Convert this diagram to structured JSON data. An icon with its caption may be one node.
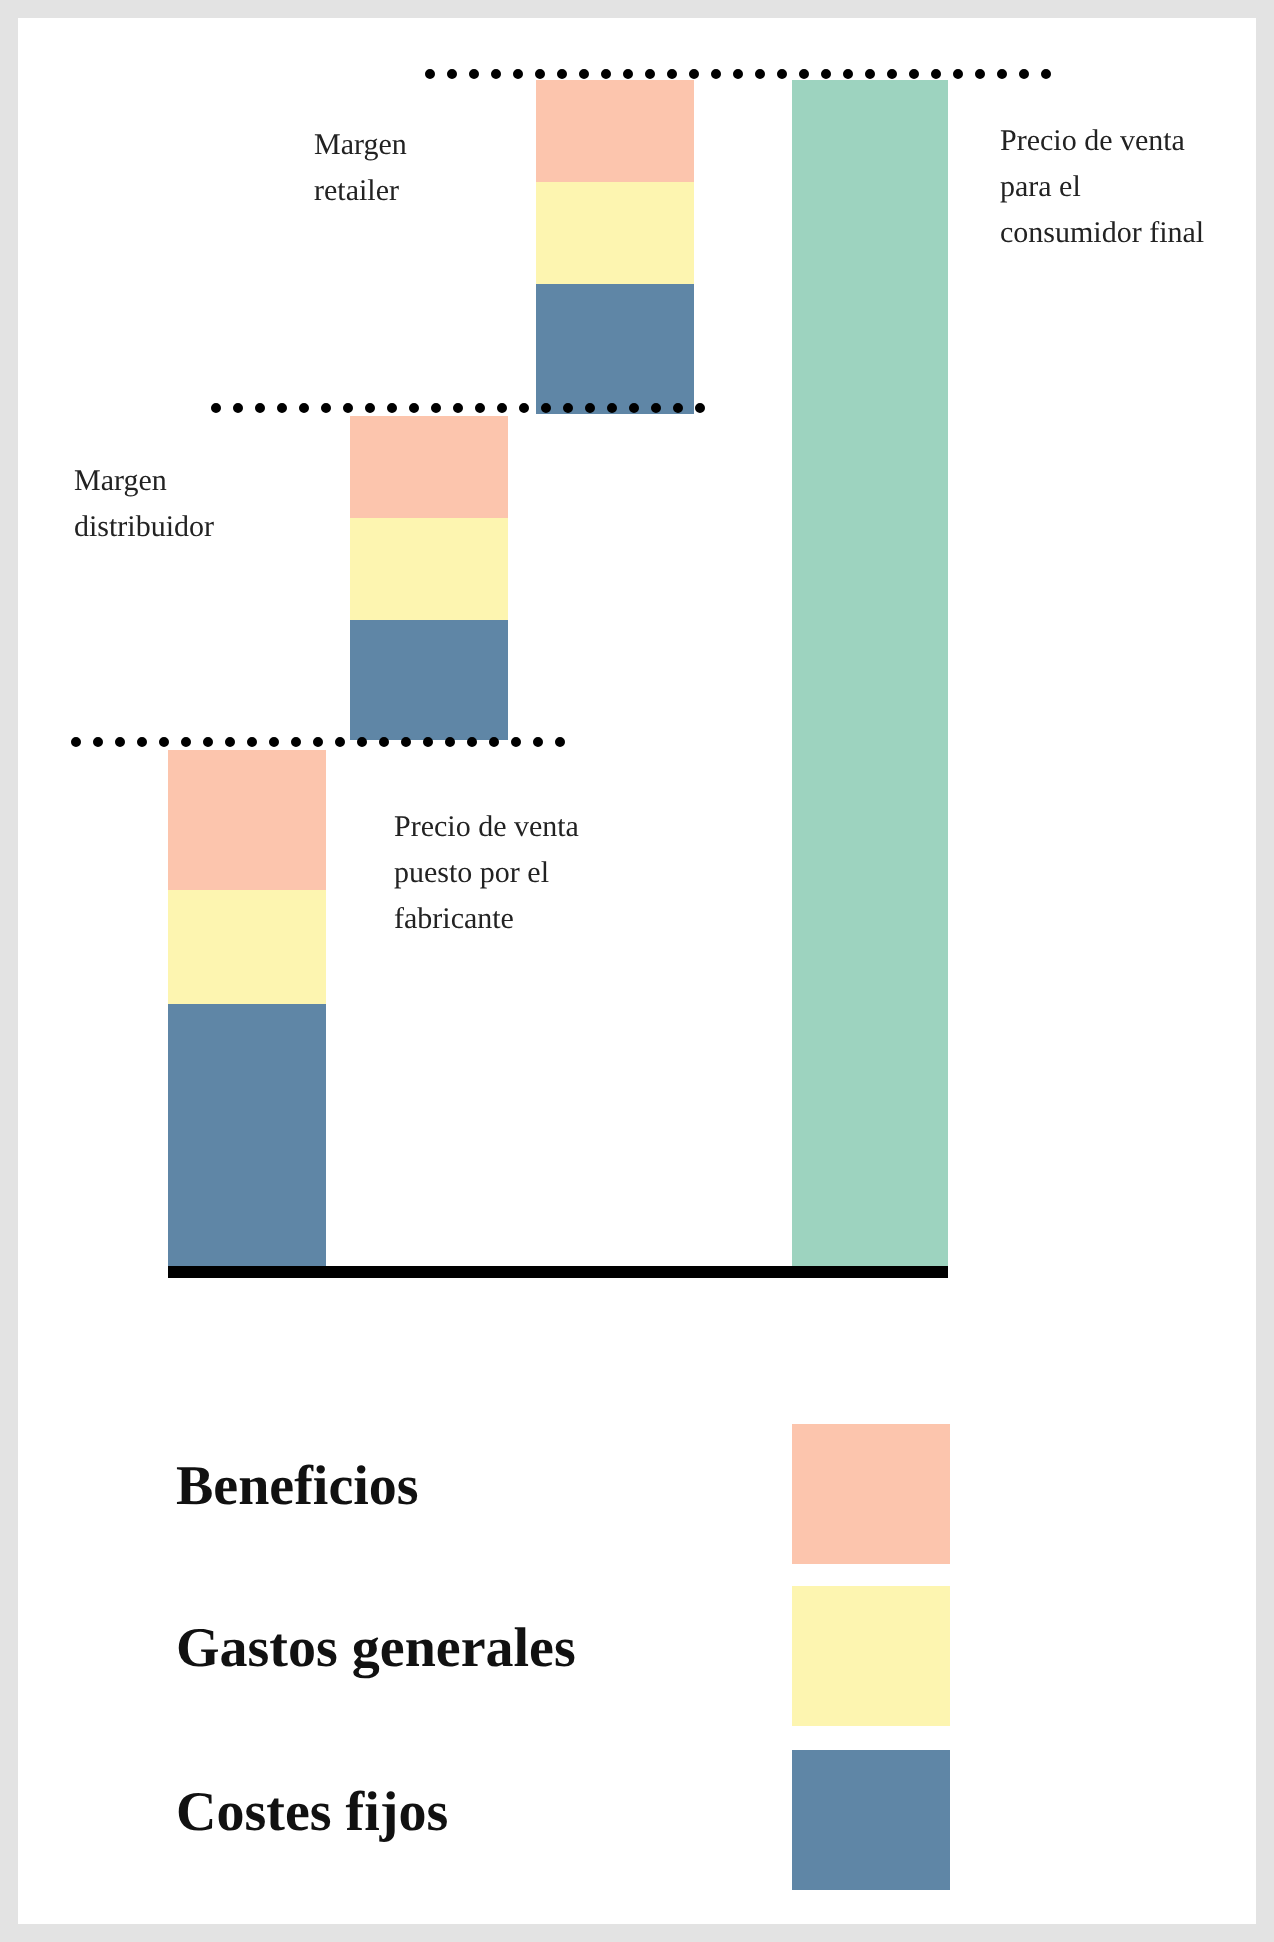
{
  "diagram": {
    "labels": [
      "Margen retailer",
      "Precio de venta para el consumidor final",
      "Margen distribuidor",
      "Precio de venta puesto por el fabricante"
    ],
    "legend": [
      {
        "text": "Beneficios",
        "color": "#fcc5ad"
      },
      {
        "text": "Gastos generales",
        "color": "#fdf5b0"
      },
      {
        "text": "Costes fijos",
        "color": "#5f86a6"
      }
    ]
  }
}
